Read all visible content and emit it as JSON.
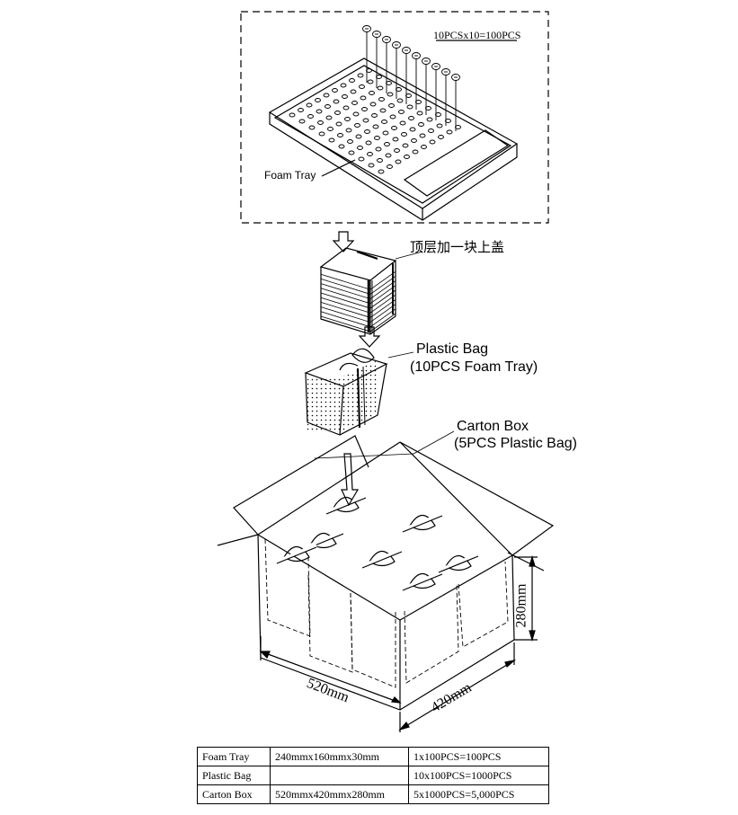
{
  "labels": {
    "tray_qty": "10PCSx10=100PCS",
    "foam_tray": "Foam Tray",
    "top_cover_cn": "顶层加一块上盖",
    "plastic_bag_line1": "Plastic Bag",
    "plastic_bag_line2": "(10PCS Foam Tray)",
    "carton_line1": "Carton Box",
    "carton_line2": "(5PCS Plastic Bag)",
    "dim_height": "280mm",
    "dim_length": "520mm",
    "dim_width": "420mm"
  },
  "spec_table": [
    {
      "name": "Foam Tray",
      "size": "240mmx160mmx30mm",
      "qty": "1x100PCS=100PCS"
    },
    {
      "name": "Plastic Bag",
      "size": "",
      "qty": "10x100PCS=1000PCS"
    },
    {
      "name": "Carton Box",
      "size": "520mmx420mmx280mm",
      "qty": "5x1000PCS=5,000PCS"
    }
  ]
}
